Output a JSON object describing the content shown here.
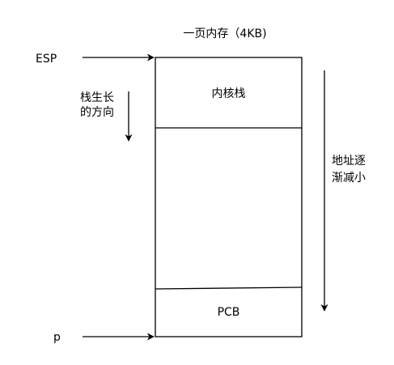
{
  "title": "一页内存（4KB)",
  "esp_label": "ESP",
  "p_label": "p",
  "growth_direction_line1": "栈生长",
  "growth_direction_line2": "的方向",
  "address_line1": "地址逐",
  "address_line2": "渐减小",
  "kernel_stack_label": "内核栈",
  "pcb_label": "PCB",
  "colors": {
    "stroke": "#000000",
    "text": "#000000",
    "background": "#ffffff"
  }
}
